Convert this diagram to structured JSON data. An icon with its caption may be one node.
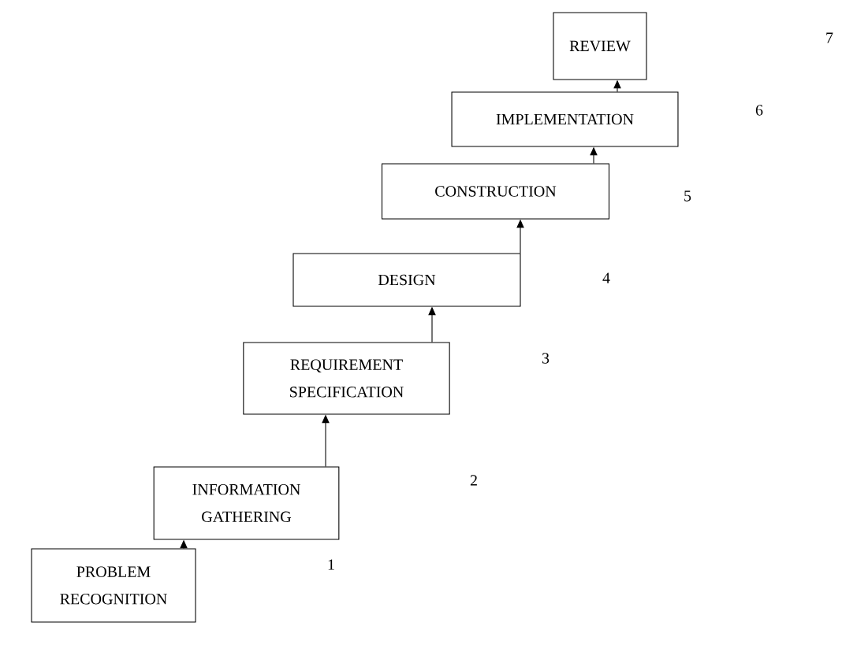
{
  "diagram": {
    "nodes": [
      {
        "text": [
          "PROBLEM RECOGNITION"
        ]
      },
      {
        "text": [
          "INFORMATION GATHERING"
        ]
      },
      {
        "text": [
          "REQUIREMENT SPECIFICATION"
        ]
      },
      {
        "text": [
          "DESIGN"
        ]
      },
      {
        "text": [
          "CONSTRUCTION"
        ]
      },
      {
        "text": [
          "IMPLEMENTATION"
        ]
      },
      {
        "text": [
          "REVIEW"
        ]
      }
    ],
    "labels": [
      "7",
      "6",
      "5",
      "4",
      "3",
      "2",
      "1"
    ],
    "edges": [
      {
        "from": 0,
        "to": 1,
        "arrow": "to"
      },
      {
        "from": 1,
        "to": 2,
        "arrow": "to"
      },
      {
        "from": 2,
        "to": 3,
        "arrow": "to"
      },
      {
        "from": 3,
        "to": 4,
        "arrow": "to"
      },
      {
        "from": 4,
        "to": 5,
        "arrow": "to"
      },
      {
        "from": 5,
        "to": 6,
        "arrow": "to"
      }
    ]
  }
}
